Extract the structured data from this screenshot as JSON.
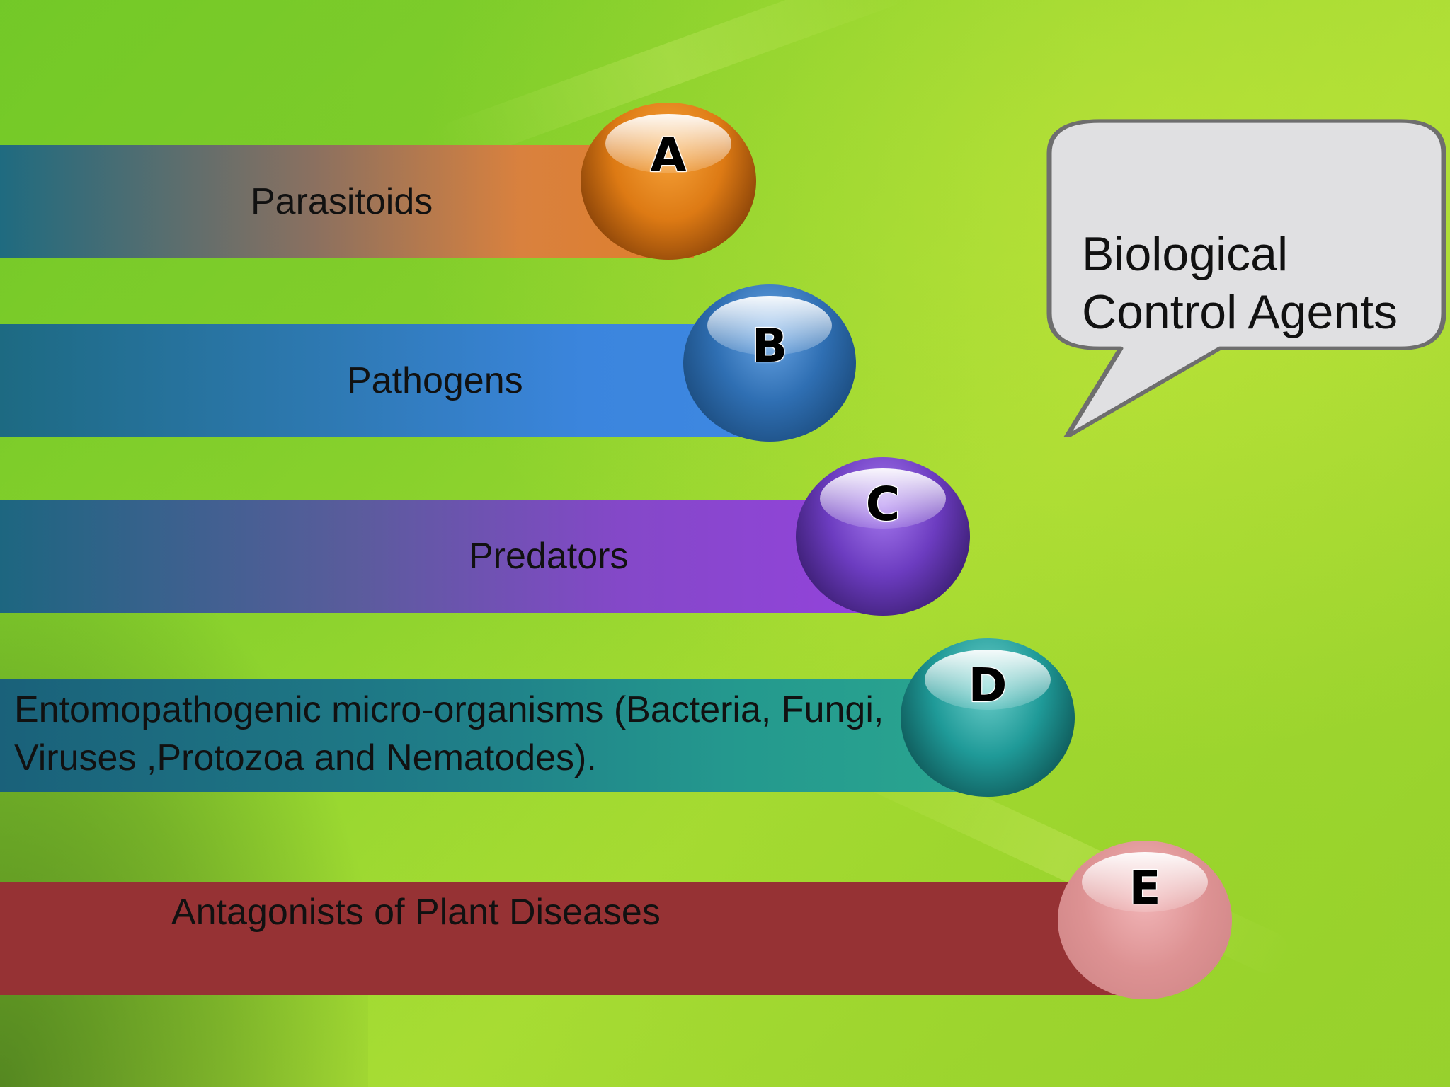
{
  "callout": {
    "title": "Biological Control Agents"
  },
  "items": [
    {
      "letter": "A",
      "label": "Parasitoids",
      "color": "#e07f2a"
    },
    {
      "letter": "B",
      "label": "Pathogens",
      "color": "#3d86e0"
    },
    {
      "letter": "C",
      "label": "Predators",
      "color": "#8f45d8"
    },
    {
      "letter": "D",
      "label": "Entomopathogenic micro-organisms (Bacteria, Fungi, Viruses ,Protozoa and Nematodes).",
      "color": "#26a38f"
    },
    {
      "letter": "E",
      "label": "Antagonists of Plant Diseases",
      "color": "#963234"
    }
  ]
}
